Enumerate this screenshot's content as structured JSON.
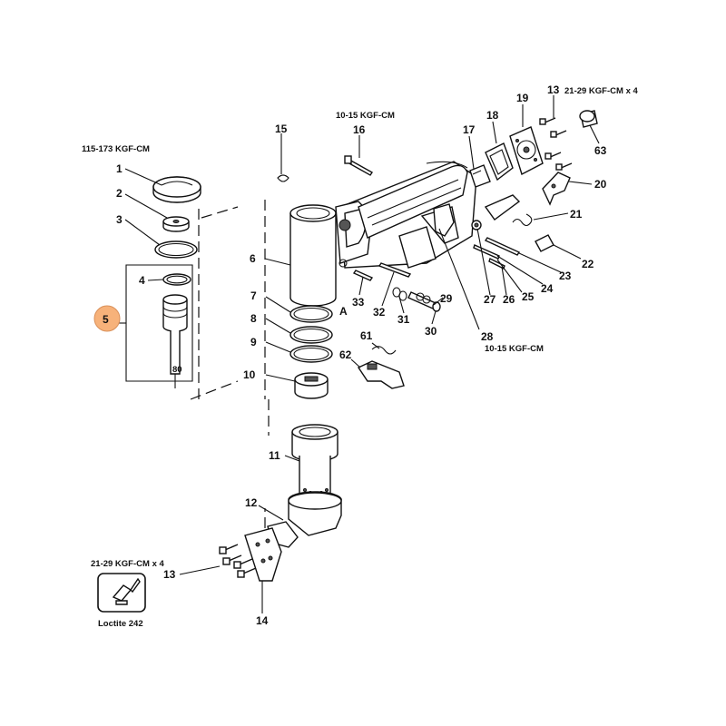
{
  "torque": {
    "t1": "115-173 KGF-CM",
    "t16": "10-15 KGF-CM",
    "t13top": "21-29 KGF-CM x 4",
    "t28": "10-15 KGF-CM",
    "t13bottom": "21-29 KGF-CM x 4"
  },
  "loctite": "Loctite 242",
  "highlight_callout": {
    "label": "5",
    "color": "#f7b27a"
  },
  "markers": {
    "a": "A",
    "kit_number": "80"
  },
  "callouts": {
    "c1": "1",
    "c2": "2",
    "c3": "3",
    "c4": "4",
    "c6": "6",
    "c7": "7",
    "c8": "8",
    "c9": "9",
    "c10": "10",
    "c11": "11",
    "c12": "12",
    "c13a": "13",
    "c13b": "13",
    "c14": "14",
    "c15": "15",
    "c16": "16",
    "c17": "17",
    "c18": "18",
    "c19": "19",
    "c20": "20",
    "c21": "21",
    "c22": "22",
    "c23": "23",
    "c24": "24",
    "c25": "25",
    "c26": "26",
    "c27": "27",
    "c28": "28",
    "c29": "29",
    "c30": "30",
    "c31": "31",
    "c32": "32",
    "c33": "33",
    "c61": "61",
    "c62": "62",
    "c63": "63"
  }
}
